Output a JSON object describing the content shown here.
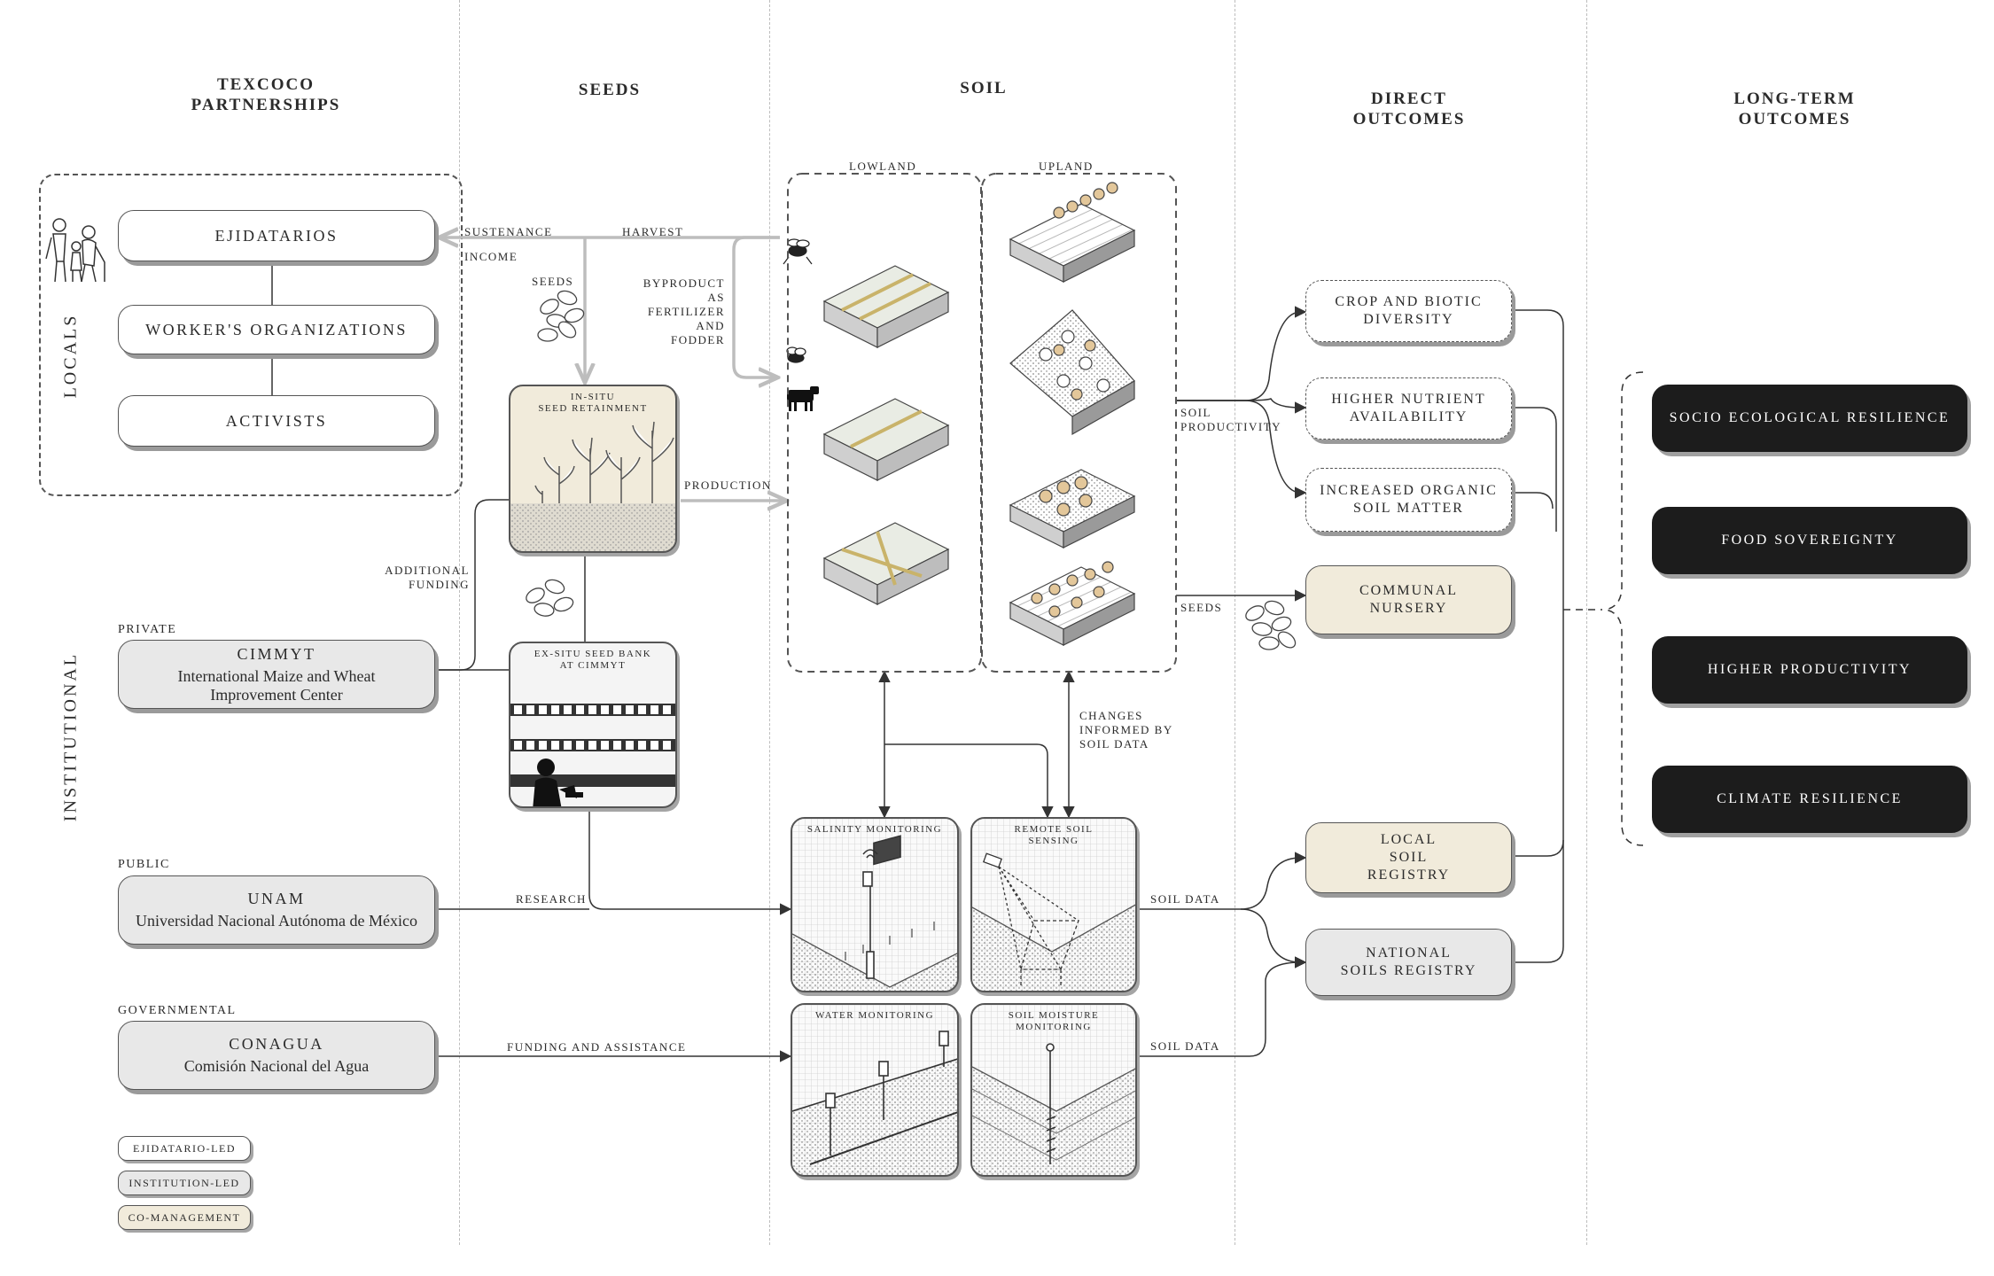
{
  "columns": {
    "partnerships": [
      "TEXCOCO",
      "PARTNERSHIPS"
    ],
    "seeds": "SEEDS",
    "soil": "SOIL",
    "direct": [
      "DIRECT",
      "OUTCOMES"
    ],
    "longterm": [
      "LONG-TERM",
      "OUTCOMES"
    ]
  },
  "groups": {
    "locals": "LOCALS",
    "institutional": "INSTITUTIONAL"
  },
  "locals": [
    "EJIDATARIOS",
    "WORKER'S ORGANIZATIONS",
    "ACTIVISTS"
  ],
  "institutions": [
    {
      "category": "PRIVATE",
      "name": "CIMMYT",
      "full": [
        "International Maize and Wheat",
        "Improvement Center"
      ]
    },
    {
      "category": "PUBLIC",
      "name": "UNAM",
      "full": [
        "Universidad Nacional Autónoma de México"
      ]
    },
    {
      "category": "GOVERNMENTAL",
      "name": "CONAGUA",
      "full": [
        "Comisión Nacional del Agua"
      ]
    }
  ],
  "seeds": {
    "in_situ": [
      "IN-SITU",
      "SEED RETAINMENT"
    ],
    "ex_situ": [
      "EX-SITU SEED BANK",
      "AT CIMMYT"
    ]
  },
  "soil": {
    "lowland": "LOWLAND",
    "upland": "UPLAND"
  },
  "monitoring": [
    [
      "SALINITY  MONITORING"
    ],
    [
      "REMOTE SOIL",
      "SENSING"
    ],
    [
      "WATER MONITORING"
    ],
    [
      "SOIL MOISTURE",
      "MONITORING"
    ]
  ],
  "flow_labels": {
    "sustenance": "SUSTENANCE",
    "income": "INCOME",
    "harvest": "HARVEST",
    "seeds_top": "SEEDS",
    "byproduct": [
      "BYPRODUCT",
      "AS",
      "FERTILIZER",
      "AND",
      "FODDER"
    ],
    "production": "PRODUCTION",
    "additional_funding": [
      "ADDITIONAL",
      "FUNDING"
    ],
    "research": "RESEARCH",
    "funding_assistance": "FUNDING AND ASSISTANCE",
    "soil_productivity": [
      "SOIL",
      "PRODUCTIVITY"
    ],
    "seeds_right": "SEEDS",
    "changes": [
      "CHANGES",
      "INFORMED BY",
      "SOIL DATA"
    ],
    "soil_data_1": "SOIL DATA",
    "soil_data_2": "SOIL DATA"
  },
  "direct_outcomes": [
    [
      "CROP AND BIOTIC",
      "DIVERSITY"
    ],
    [
      "HIGHER NUTRIENT",
      "AVAILABILITY"
    ],
    [
      "INCREASED ORGANIC",
      "SOIL MATTER"
    ],
    [
      "COMMUNAL",
      "NURSERY"
    ],
    [
      "LOCAL",
      "SOIL",
      "REGISTRY"
    ],
    [
      "NATIONAL",
      "SOILS REGISTRY"
    ]
  ],
  "longterm_outcomes": [
    "SOCIO ECOLOGICAL RESILIENCE",
    "FOOD SOVEREIGNTY",
    "HIGHER PRODUCTIVITY",
    "CLIMATE RESILIENCE"
  ],
  "legend": [
    "EJIDATARIO-LED",
    "INSTITUTION-LED",
    "CO-MANAGEMENT"
  ],
  "colors": {
    "ejidatario_led": "#ffffff",
    "institution_led": "#e8e8e8",
    "co_management": "#f1ebdb",
    "longterm": "#1c1c1c"
  }
}
